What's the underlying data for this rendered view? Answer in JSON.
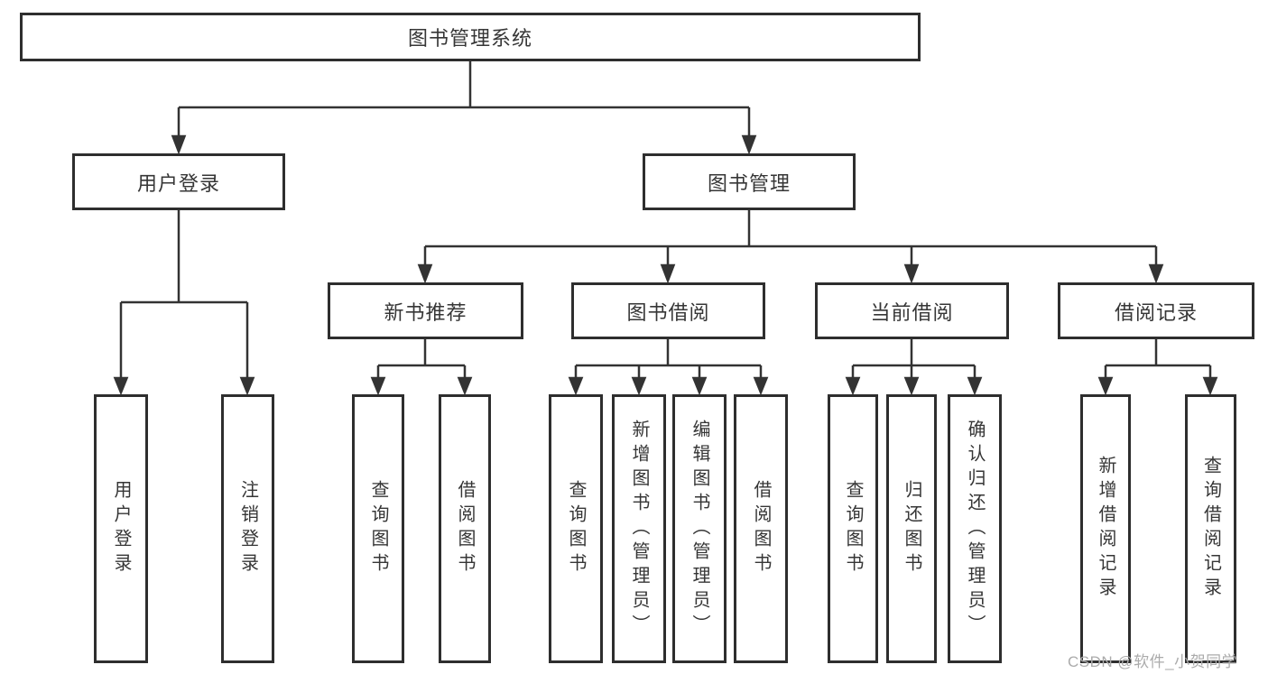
{
  "diagram": {
    "type": "hierarchy-tree",
    "nodes": {
      "root": "图书管理系统",
      "user_login": "用户登录",
      "book_mgmt": "图书管理",
      "new_books": "新书推荐",
      "book_borrow": "图书借阅",
      "current_borrow": "当前借阅",
      "borrow_records": "借阅记录",
      "leaf_user_login": "用户登录",
      "leaf_logout": "注销登录",
      "nb_query_books": "查询图书",
      "nb_borrow_books": "借阅图书",
      "bw_query_books": "查询图书",
      "bw_add_books": "新增图书（管理员）",
      "bw_edit_books": "编辑图书（管理员）",
      "bw_borrow_books": "借阅图书",
      "cur_query_books": "查询图书",
      "cur_return_books": "归还图书",
      "cur_confirm_return": "确认归还（管理员）",
      "rec_add_record": "新增借阅记录",
      "rec_query_record": "查询借阅记录"
    },
    "hierarchy": {
      "图书管理系统": [
        "用户登录",
        "图书管理"
      ],
      "用户登录": [
        "用户登录",
        "注销登录"
      ],
      "图书管理": [
        "新书推荐",
        "图书借阅",
        "当前借阅",
        "借阅记录"
      ],
      "新书推荐": [
        "查询图书",
        "借阅图书"
      ],
      "图书借阅": [
        "查询图书",
        "新增图书（管理员）",
        "编辑图书（管理员）",
        "借阅图书"
      ],
      "当前借阅": [
        "查询图书",
        "归还图书",
        "确认归还（管理员）"
      ],
      "借阅记录": [
        "新增借阅记录",
        "查询借阅记录"
      ]
    },
    "colors": {
      "line": "#333333",
      "border": "#2e2e2e",
      "text": "#363636",
      "background": "#ffffff",
      "watermark": "#ababab"
    }
  },
  "watermark": "CSDN @软件_小贺同学"
}
